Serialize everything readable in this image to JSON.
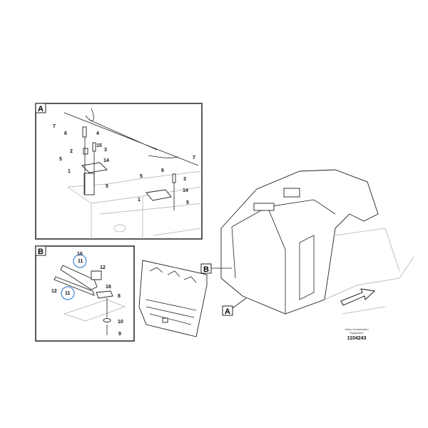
{
  "panel_a": {
    "tag": "A",
    "labels": [
      "7",
      "6",
      "4",
      "15",
      "2",
      "3",
      "5",
      "14",
      "1",
      "5",
      "7",
      "6",
      "5",
      "3",
      "14",
      "1",
      "5"
    ]
  },
  "panel_b": {
    "tag": "B",
    "labels": [
      "10",
      "11",
      "12",
      "12",
      "16",
      "11",
      "8",
      "10",
      "9"
    ]
  },
  "main_view": {
    "callout_a": "A",
    "callout_b": "B"
  },
  "caption": {
    "company_line1": "Volvo Construction",
    "company_line2": "Equipment",
    "drawing_number": "1104243"
  },
  "colors": {
    "highlight_circle": "#4a90d9"
  }
}
